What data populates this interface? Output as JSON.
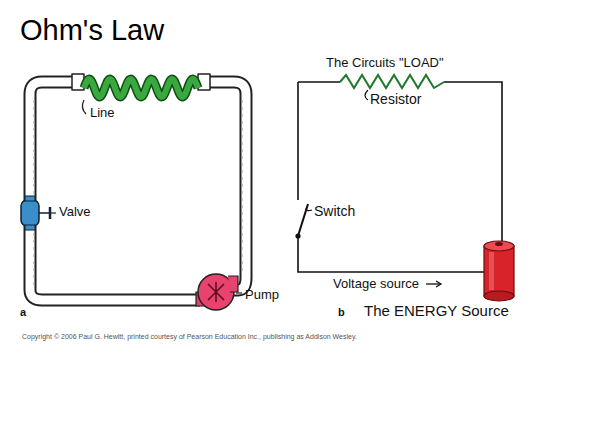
{
  "diagram": {
    "title": "Ohm's Law",
    "labels": [
      "Line",
      "Valve",
      "Pump",
      "a",
      "The Circuits \"LOAD\"",
      "Resistor",
      "Switch",
      "Voltage source",
      "b",
      "The ENERGY Source",
      "Copyright © 2006 Paul G. Hewitt, printed courtesy of Pearson Education Inc., publishing as Addison Wesley."
    ]
  }
}
